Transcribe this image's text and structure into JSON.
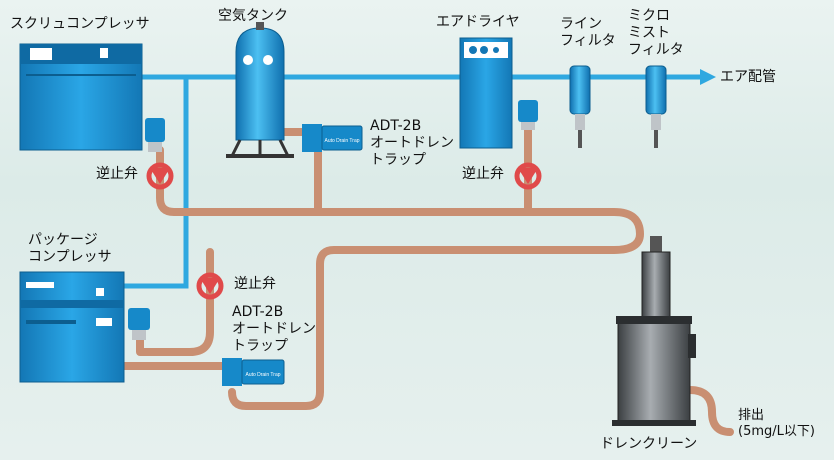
{
  "labels": {
    "screw_compressor": "スクリュコンプレッサ",
    "air_tank": "空気タンク",
    "air_dryer": "エアドライヤ",
    "line_filter": [
      "ライン",
      "フィルタ"
    ],
    "micro_mist_filter": [
      "ミクロ",
      "ミスト",
      "フィルタ"
    ],
    "air_piping": "エア配管",
    "adt_top": [
      "ADT-2B",
      "オートドレン",
      "トラップ"
    ],
    "check_valve_left": "逆止弁",
    "check_valve_right": "逆止弁",
    "check_valve_bottom": "逆止弁",
    "package_compressor": [
      "パッケージ",
      "コンプレッサ"
    ],
    "adt_bottom": [
      "ADT-2B",
      "オートドレン",
      "トラップ"
    ],
    "discharge": [
      "排出",
      "(5mg/L以下)"
    ],
    "drain_clean": "ドレンクリーン",
    "trap_badge": "Auto Drain Trap"
  },
  "colors": {
    "air_line": "#2fa8e0",
    "drain_line": "#c98f72",
    "equipment": "#1689c9",
    "check_valve": "#e04a4a"
  },
  "icons": [
    "compressor-icon",
    "tank-icon",
    "dryer-icon",
    "filter-icon",
    "drain-trap-icon",
    "check-valve-icon",
    "separator-icon",
    "arrow-icon"
  ]
}
